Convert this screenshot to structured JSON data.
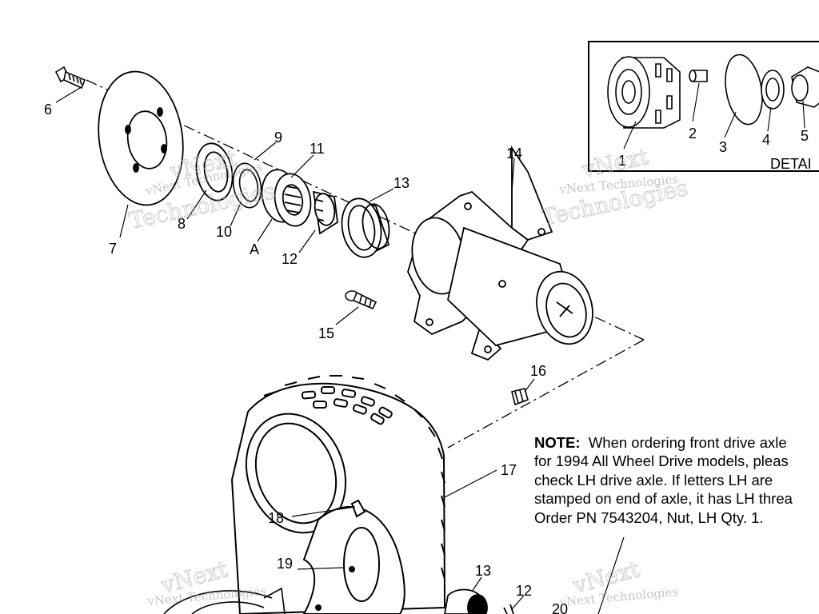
{
  "callouts": {
    "c1": "1",
    "c2": "2",
    "c3": "3",
    "c4": "4",
    "c5": "5",
    "c6": "6",
    "c7": "7",
    "c8": "8",
    "c9": "9",
    "c10": "10",
    "c11": "11",
    "c12": "12",
    "c12b": "12",
    "c13": "13",
    "c13b": "13",
    "c14": "14",
    "c15": "15",
    "c16": "16",
    "c17": "17",
    "c18": "18",
    "c19": "19",
    "c20": "20",
    "cA": "A"
  },
  "detail": {
    "label": "DETAI"
  },
  "note": {
    "heading": "NOTE:",
    "line1_rest": "When ordering front drive axle",
    "line2": "for 1994 All Wheel Drive models, pleas",
    "line3": "check LH drive axle.  If letters LH are",
    "line4": "stamped on end of axle, it has LH threa",
    "line5": "Order PN 7543204, Nut, LH Qty. 1."
  },
  "watermark": {
    "small": "vNext Technologies",
    "big1": "vNext",
    "big2": "Technologies"
  }
}
